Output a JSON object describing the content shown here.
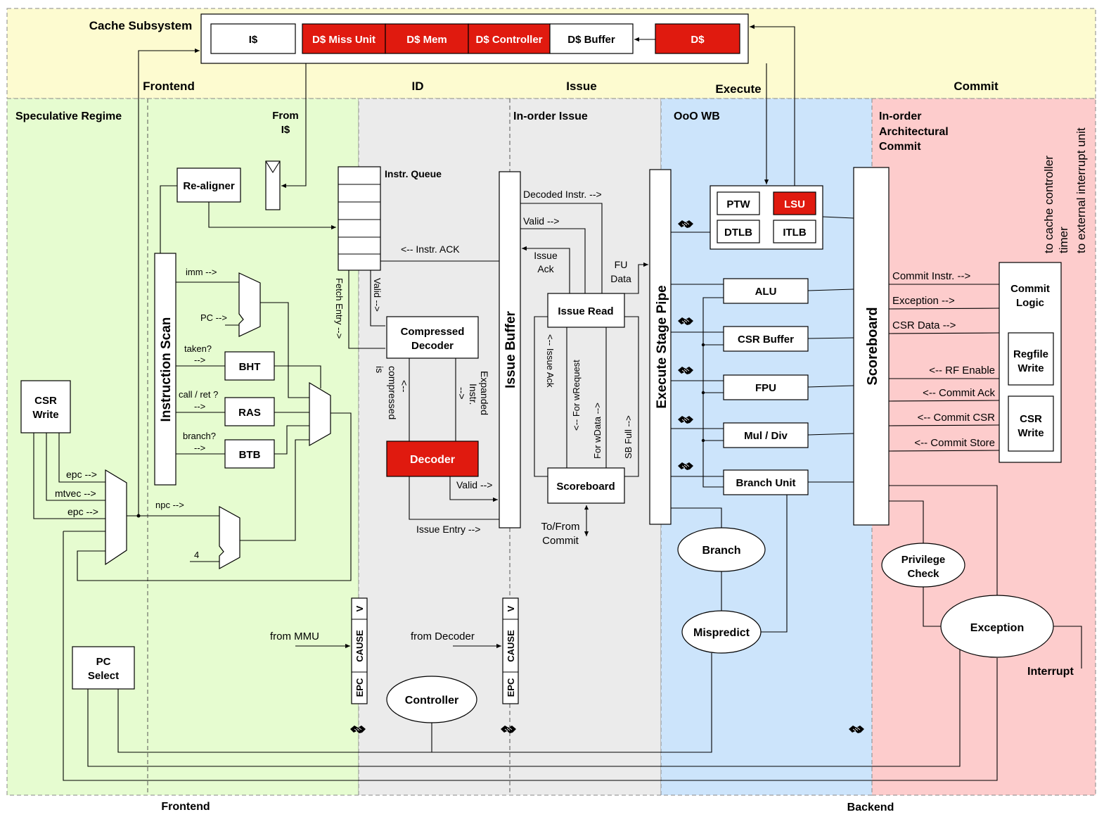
{
  "cache": {
    "title": "Cache Subsystem",
    "icache": "I$",
    "miss_unit": "D$ Miss Unit",
    "mem": "D$ Mem",
    "controller": "D$ Controller",
    "buffer": "D$ Buffer",
    "dcache": "D$"
  },
  "stages": {
    "frontend": "Frontend",
    "id": "ID",
    "issue": "Issue",
    "execute": "Execute",
    "commit": "Commit"
  },
  "regions": {
    "speculative": "Speculative Regime",
    "from_icache": [
      "From",
      "I$"
    ],
    "in_order_issue": "In-order Issue",
    "ooo_wb": "OoO WB",
    "in_order_commit": [
      "In-order",
      "Architectural",
      "Commit"
    ]
  },
  "bottom": {
    "frontend": "Frontend",
    "backend": "Backend"
  },
  "frontend": {
    "realigner": "Re-aligner",
    "instruction_scan": "Instruction Scan",
    "imm": "imm -->",
    "pc": "PC -->",
    "taken": [
      "taken?",
      "-->"
    ],
    "callret": [
      "call / ret ?",
      "-->"
    ],
    "branch": [
      "branch?",
      "-->"
    ],
    "bht": "BHT",
    "ras": "RAS",
    "btb": "BTB",
    "csr_write": [
      "CSR",
      "Write"
    ],
    "epc1": "epc -->",
    "mtvec": "mtvec -->",
    "epc2": "epc -->",
    "npc": "npc -->",
    "four": "4",
    "pc_select": [
      "PC",
      "Select"
    ],
    "from_mmu": "from MMU"
  },
  "id": {
    "instr_queue": "Instr. Queue",
    "instr_ack": "<-- Instr. ACK",
    "valid": "Valid -->",
    "fetch_entry": "Fetch Entry -->",
    "compressed_decoder": [
      "Compressed",
      "Decoder"
    ],
    "is_compressed": [
      "is",
      "compressed",
      "<--"
    ],
    "expanded": [
      "Expanded",
      "Instr.",
      "-->"
    ],
    "decoder": "Decoder",
    "valid2": "Valid -->",
    "issue_entry": "Issue Entry -->",
    "controller": "Controller",
    "from_decoder": "from Decoder"
  },
  "exception_reg": {
    "v": "V",
    "cause": "CAUSE",
    "epc": "EPC"
  },
  "issue": {
    "issue_buffer": "Issue Buffer",
    "decoded_instr": "Decoded Instr. -->",
    "valid": "Valid -->",
    "issue_ack": [
      "Issue",
      "Ack"
    ],
    "issue_read": "Issue Read",
    "fu_data": [
      "FU",
      "Data"
    ],
    "issue_ack_v": "<-- Issue Ack",
    "for_wrequest": "<-- For wRequest",
    "for_wdata": "For wData -->",
    "sb_full": "SB Full -->",
    "scoreboard": "Scoreboard",
    "to_from_commit": [
      "To/From",
      "Commit"
    ]
  },
  "execute": {
    "pipe": "Execute Stage Pipe",
    "ptw": "PTW",
    "lsu": "LSU",
    "dtlb": "DTLB",
    "itlb": "ITLB",
    "alu": "ALU",
    "csr_buffer": "CSR Buffer",
    "fpu": "FPU",
    "muldiv": "Mul / Div",
    "branch_unit": "Branch Unit",
    "branch": "Branch",
    "mispredict": "Mispredict"
  },
  "commit": {
    "scoreboard": "Scoreboard",
    "commit_instr": "Commit Instr. -->",
    "exception": "Exception -->",
    "csr_data": "CSR Data -->",
    "rf_enable": "<-- RF Enable",
    "commit_ack": "<-- Commit Ack",
    "commit_csr": "<-- Commit CSR",
    "commit_store": "<-- Commit Store",
    "commit_logic": [
      "Commit",
      "Logic"
    ],
    "regfile_write": [
      "Regfile",
      "Write"
    ],
    "csr_write": [
      "CSR",
      "Write"
    ],
    "privilege_check": [
      "Privilege",
      "Check"
    ],
    "exception_node": "Exception",
    "interrupt": "Interrupt",
    "to_cache_controller": "to cache controller",
    "timer": "timer",
    "to_interrupt": "to external interrupt unit"
  },
  "colors": {
    "cache_bg": "#fdfbd0",
    "frontend_bg": "#e6fcd0",
    "id_bg": "#ebebeb",
    "execute_bg": "#cce4fb",
    "commit_bg": "#fdcccc",
    "red": "#e01a0f"
  },
  "icons": {
    "handshake": "handshake-icon"
  }
}
